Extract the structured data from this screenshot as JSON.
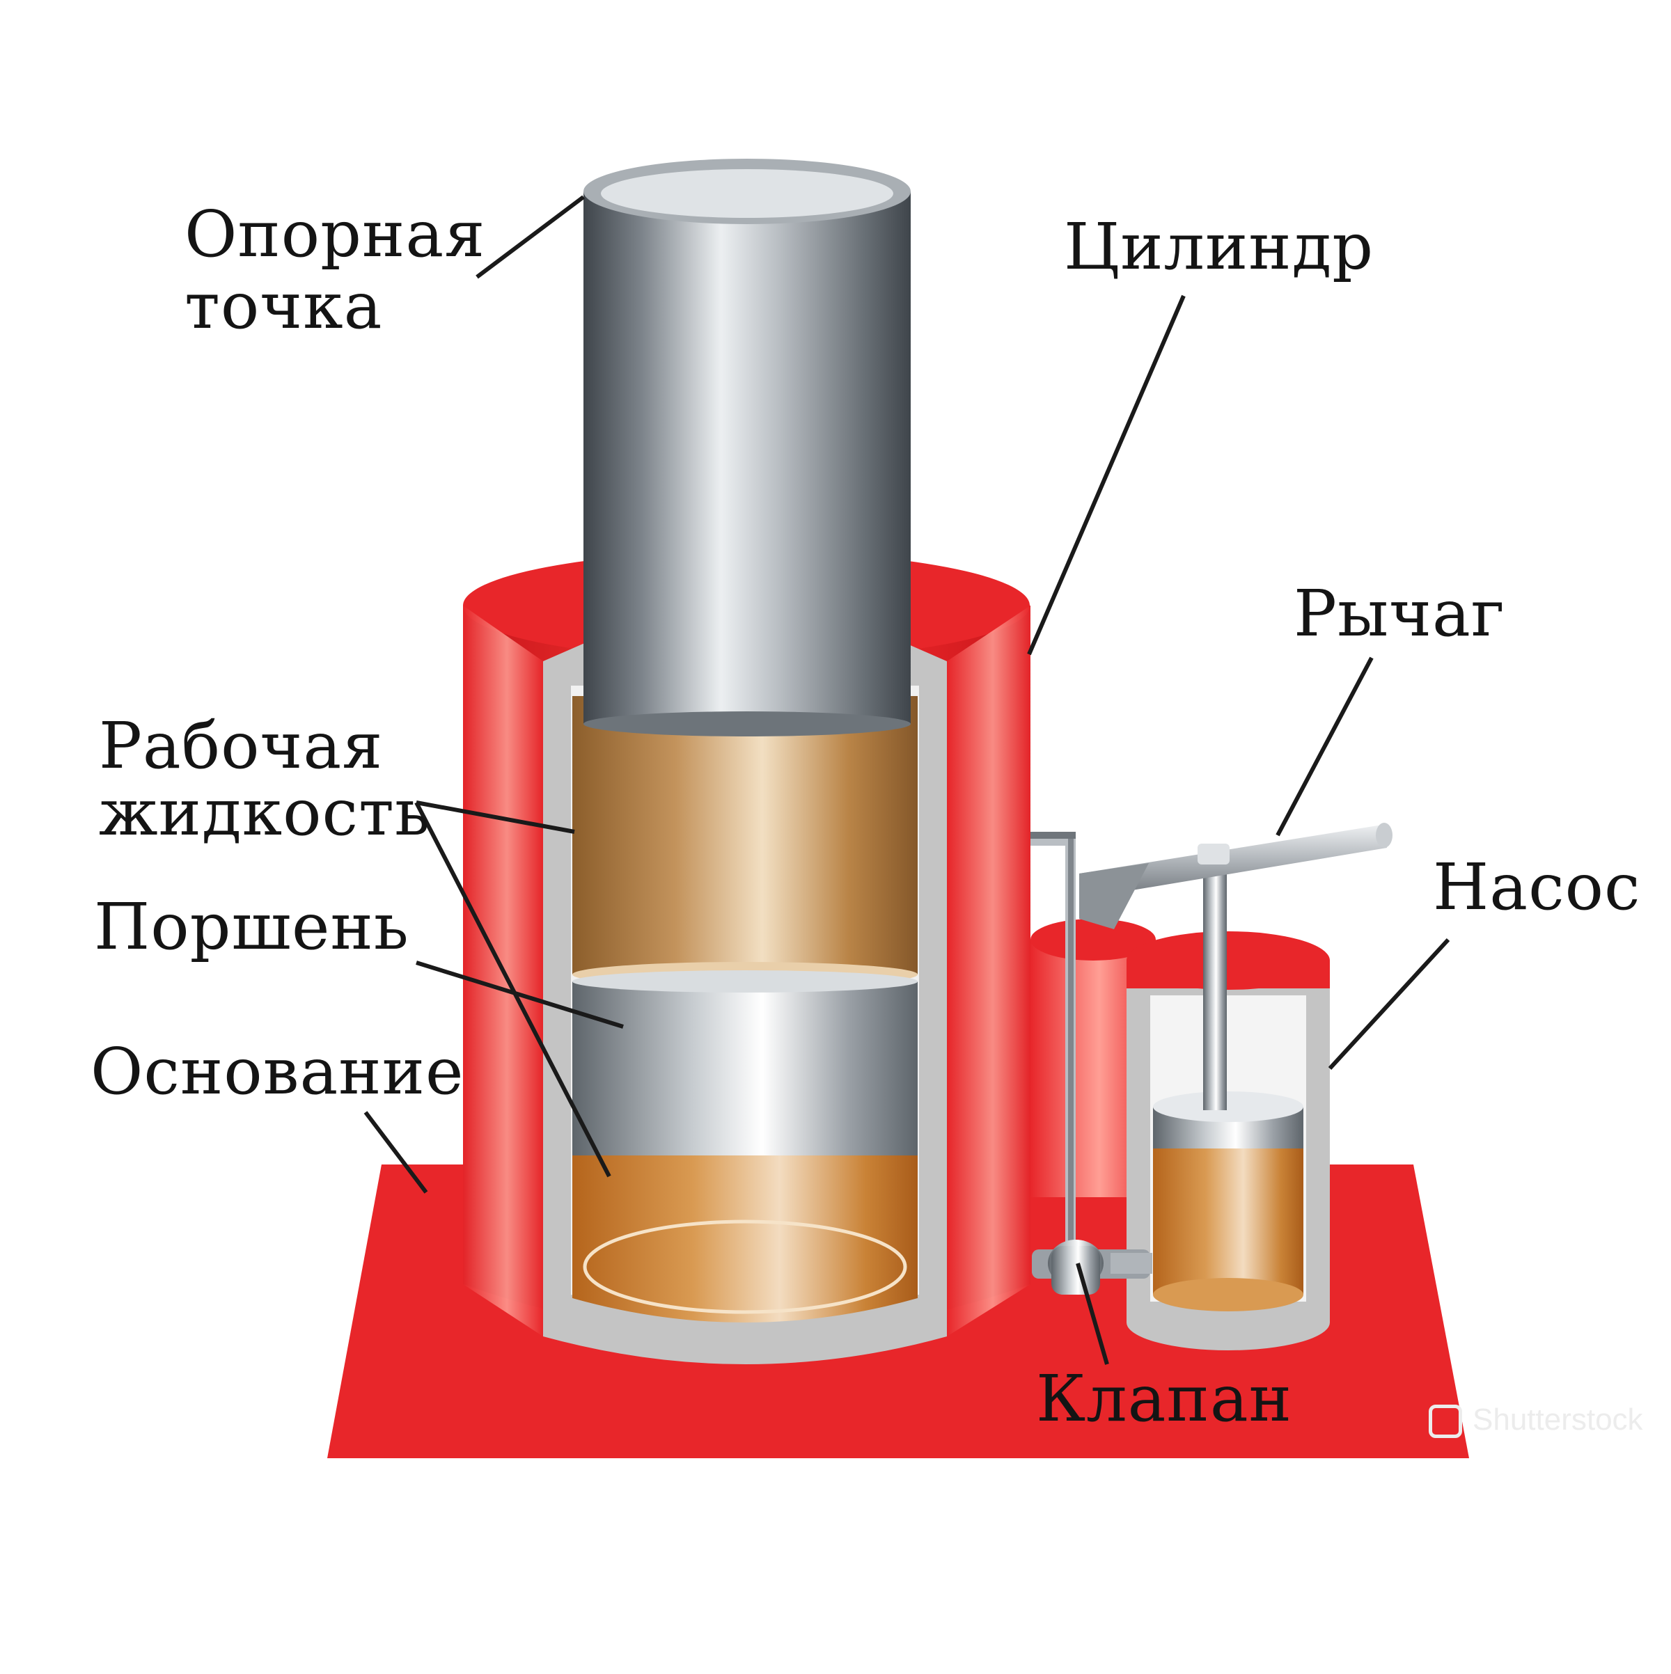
{
  "labels": {
    "support_point_line1": "Опорная",
    "support_point_line2": "точка",
    "cylinder": "Цилиндр",
    "lever": "Рычаг",
    "pump": "Насос",
    "working_fluid_line1": "Рабочая",
    "working_fluid_line2": "жидкость",
    "piston": "Поршень",
    "base": "Основание",
    "valve": "Клапан"
  },
  "watermark": "Shutterstock",
  "colors": {
    "body_red": "#e8262a",
    "steel_gray": "#8f959b",
    "fluid_brown": "#c3935c",
    "wall_gray": "#c4c4c4",
    "label_text": "#141414"
  }
}
